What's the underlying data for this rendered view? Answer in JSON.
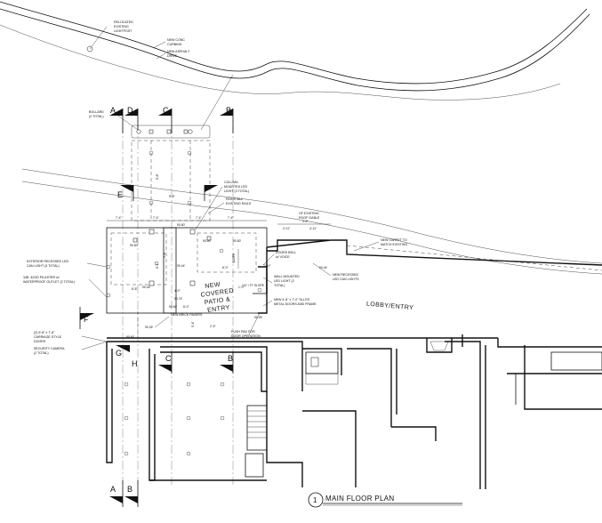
{
  "drawing": {
    "title": "MAIN FLOOR PLAN",
    "title_number": "1"
  },
  "rooms": {
    "patio_line1": "NEW",
    "patio_line2": "COVERED",
    "patio_line3": "PATIO &",
    "patio_line4": "ENTRY",
    "lobby": "LOBBY/ENTRY"
  },
  "notes": {
    "relocated_lightpost": [
      "RELOCATED",
      "EXISTING",
      "LIGHTPOST"
    ],
    "new_conc_curbing": [
      "NEW CONC",
      "CURBING"
    ],
    "new_asphalt_drive": [
      "NEW ASPHALT",
      "DRIVE"
    ],
    "bollard": [
      "BOLLARD",
      "(2 TOTAL)"
    ],
    "column_led": [
      "COLUMN",
      "MOUNTED LED",
      "LIGHT (3 TOTAL)"
    ],
    "reinstall_rails": [
      "REINSTALL",
      "EXISTING RAILS"
    ],
    "existing_roof_gable": [
      "OF EXISTING",
      "ROOF GABLE"
    ],
    "new_carpet": [
      "NEW CARPET TO",
      "MATCH EXISTING"
    ],
    "ext_recessed_led": [
      "EXTERIOR RECESSED LED",
      "CAN LIGHT (3 TOTAL)"
    ],
    "gfci_pilaster": [
      "34B .42GD PILASTER w/",
      "WATERPROOF OUTLET (2 TOTAL)"
    ],
    "doorbell": [
      "DOORS BELL",
      "w/ VOICE"
    ],
    "new_recessed_led": [
      "NEW RECESSED",
      "LED CAN LIGHTS"
    ],
    "wall_led": [
      "WALL MOUNTED",
      "LED LIGHT (2",
      "TOTAL)"
    ],
    "new_door": [
      "NEW 4'-8\" x 7'-0\" SLLITE",
      "METAL DOORS AND FRAME"
    ],
    "new_brick_pavers": [
      "NEW BRICK PAVERS"
    ],
    "carriage_doors": [
      "(2) 9'-8\" x 7'-8\"",
      "CARRIAGE STYLE",
      "DOORS"
    ],
    "security_camera": [
      "SECURITY CAMERA",
      "(2 TOTAL)"
    ],
    "push_pad": [
      "PUSH PAD FOR",
      "DOOR OPERATION"
    ]
  },
  "gridlines": {
    "top": [
      "A",
      "D",
      "C",
      "B"
    ],
    "bottom": [
      "A",
      "B",
      "C",
      "B"
    ],
    "side": [
      "E",
      "F",
      "G",
      "H"
    ]
  },
  "dimensions": {
    "d1": "7'-4\"",
    "d2": "7'-4\"",
    "d3": "7'-4\"",
    "d4": "7'-4\"",
    "d5": "3'-4\"",
    "d6": "4'-11\"",
    "d7": "4'-11\"",
    "d8": "9'-8\"",
    "d9": "9'-8\"",
    "d10": "8'-0\"",
    "d11": "8'-8\"",
    "d12": "4'-0\"",
    "d13": "5'-8\"",
    "d14": "8'-0\"",
    "d15": "1'-0\"",
    "d16": "2'-10\"",
    "d17": "6'-1\"",
    "d18": "5'-4\"",
    "d19": "2'-5\""
  },
  "elevations": {
    "e1": "90.50'",
    "e2": "90.50'",
    "e3": "90.50'",
    "e4": "90.50'",
    "e5": "90.44'",
    "e6": "90.44'",
    "e7": "90.44'",
    "e8": "90.60'",
    "e9": "90.60'",
    "e10": "90.26'",
    "e11": "90.25'",
    "e12": "90.74'"
  },
  "slopes": {
    "s1": "SLOPE",
    "s2": "1/4\" / FT SLOPE"
  }
}
